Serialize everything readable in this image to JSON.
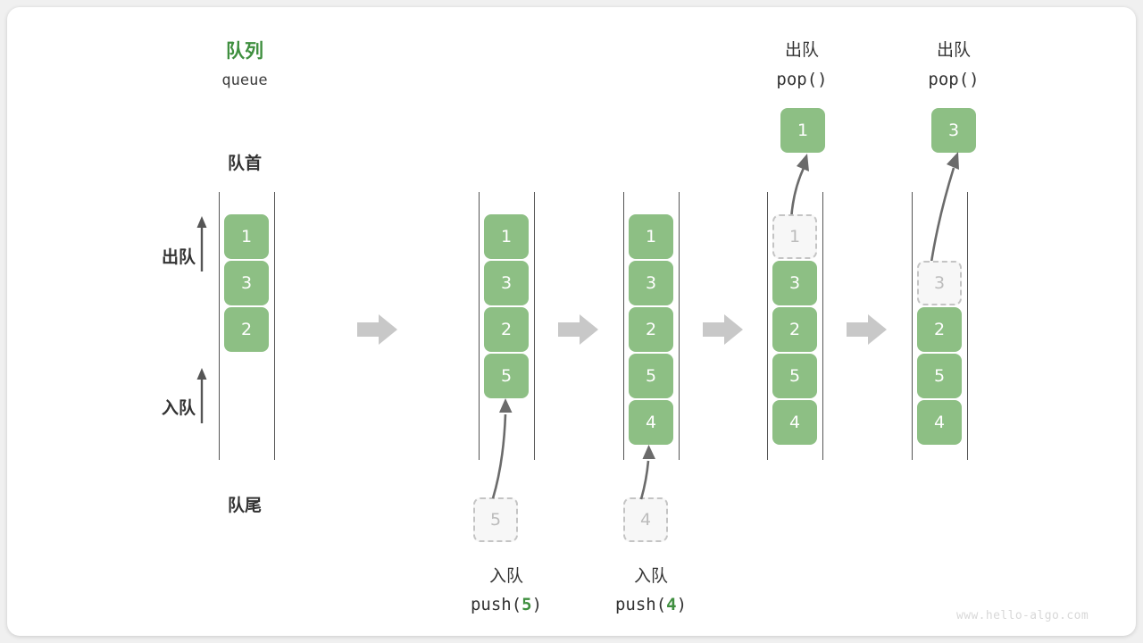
{
  "diagram": {
    "title_cn": "队列",
    "title_en": "queue",
    "front_label": "队首",
    "rear_label": "队尾",
    "dequeue_label": "出队",
    "enqueue_label": "入队",
    "watermark": "www.hello-algo.com",
    "accent_color": "#3f8f3f",
    "element_color": "#8dbf84",
    "ghost_color": "#c4c4c4",
    "arrow_color": "#c8c8c8"
  },
  "steps": [
    {
      "id": "step-initial",
      "cells": [
        "1",
        "3",
        "2"
      ],
      "ghost_index": null,
      "incoming": null,
      "popped": null,
      "op_cn": null,
      "op_code": null,
      "op_arg": null
    },
    {
      "id": "step-push-5",
      "cells": [
        "1",
        "3",
        "2",
        "5"
      ],
      "ghost_index": null,
      "incoming": "5",
      "popped": null,
      "op_cn": "入队",
      "op_code_prefix": "push(",
      "op_arg": "5",
      "op_code_suffix": ")"
    },
    {
      "id": "step-push-4",
      "cells": [
        "1",
        "3",
        "2",
        "5",
        "4"
      ],
      "ghost_index": null,
      "incoming": "4",
      "popped": null,
      "op_cn": "入队",
      "op_code_prefix": "push(",
      "op_arg": "4",
      "op_code_suffix": ")"
    },
    {
      "id": "step-pop-1",
      "cells": [
        "1",
        "3",
        "2",
        "5",
        "4"
      ],
      "ghost_index": 0,
      "incoming": null,
      "popped": "1",
      "op_cn": "出队",
      "op_code_prefix": "pop(",
      "op_arg": "",
      "op_code_suffix": ")"
    },
    {
      "id": "step-pop-3",
      "cells": [
        "3",
        "2",
        "5",
        "4"
      ],
      "ghost_index": 0,
      "ghost_row": 1,
      "incoming": null,
      "popped": "3",
      "op_cn": "出队",
      "op_code_prefix": "pop(",
      "op_arg": "",
      "op_code_suffix": ")"
    }
  ],
  "transitions": [
    "transition-1",
    "transition-2",
    "transition-3",
    "transition-4"
  ]
}
